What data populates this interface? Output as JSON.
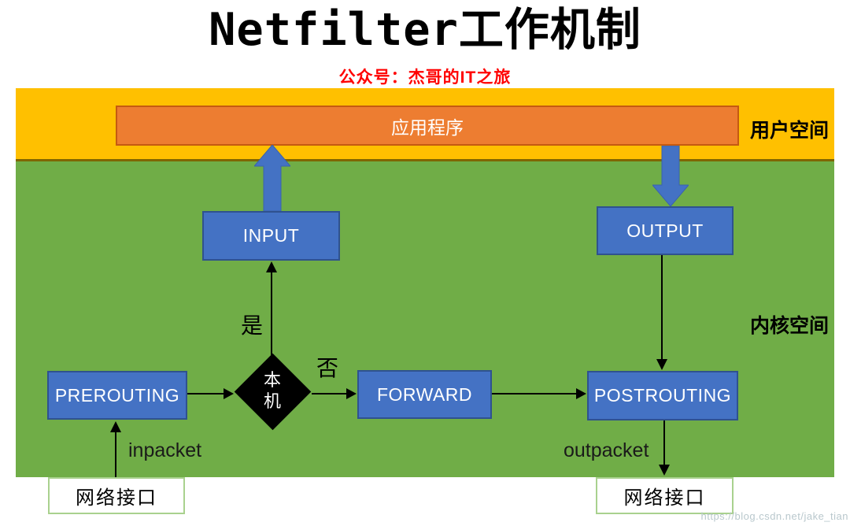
{
  "page": {
    "title": "Netfilter工作机制",
    "subtitle": "公众号：杰哥的IT之旅",
    "watermark": "https://blog.csdn.net/jake_tian"
  },
  "regions": {
    "user_space_label": "用户空间",
    "kernel_space_label": "内核空间"
  },
  "nodes": {
    "application": "应用程序",
    "input": "INPUT",
    "output": "OUTPUT",
    "prerouting": "PREROUTING",
    "forward": "FORWARD",
    "postrouting": "POSTROUTING"
  },
  "decision": {
    "label": "本机",
    "char1": "本",
    "char2": "机"
  },
  "edges": {
    "yes_label": "是",
    "no_label": "否",
    "inpacket_label": "inpacket",
    "outpacket_label": "outpacket"
  },
  "interfaces": {
    "left_label": "网络接口",
    "right_label": "网络接口"
  },
  "colors": {
    "user_space_band": "#FFC000",
    "kernel_space_band": "#70AD47",
    "application_fill": "#ED7D31",
    "application_border": "#C55A11",
    "chain_fill": "#4472C4",
    "chain_border": "#2F528F",
    "decision_fill": "#000000",
    "interface_border": "#A9D18E",
    "subtitle_color": "#FF0000",
    "thin_arrow_color": "#000000",
    "big_arrow_fill": "#4472C4"
  }
}
